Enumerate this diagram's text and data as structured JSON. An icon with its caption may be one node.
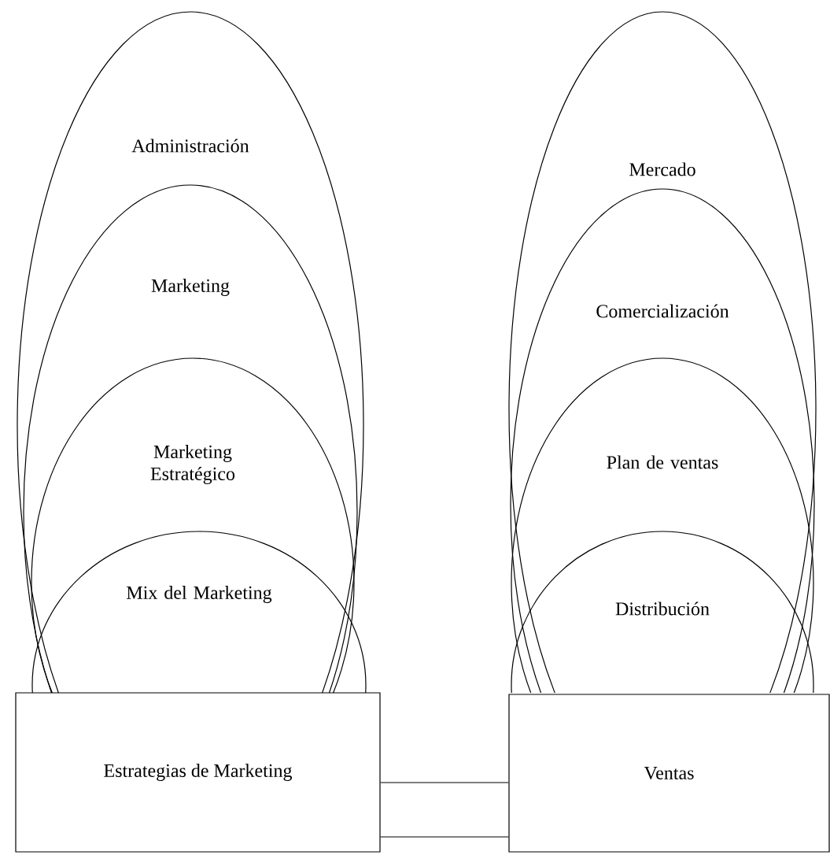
{
  "diagram": {
    "nodes": [
      {
        "text": [
          "Administración"
        ]
      },
      {
        "text": [
          "Marketing"
        ],
        "in": 0
      },
      {
        "text": [
          "Marketing Estratégico"
        ],
        "in": 1
      },
      {
        "text": [
          "Mix del Marketing"
        ],
        "in": 2
      },
      {
        "text": [
          "Mercado"
        ]
      },
      {
        "text": [
          "Comercialización"
        ],
        "in": 4
      },
      {
        "text": [
          "Plan de ventas"
        ],
        "in": 5
      },
      {
        "text": [
          "Distribución"
        ],
        "in": 6
      },
      {
        "text": [
          "Estrategias de Marketing"
        ]
      },
      {
        "text": [
          "Ventas"
        ]
      }
    ],
    "edges": [
      {
        "from": 8,
        "to": 9,
        "arrow": "none"
      },
      {
        "from": 8,
        "to": 9,
        "arrow": "none"
      }
    ]
  }
}
